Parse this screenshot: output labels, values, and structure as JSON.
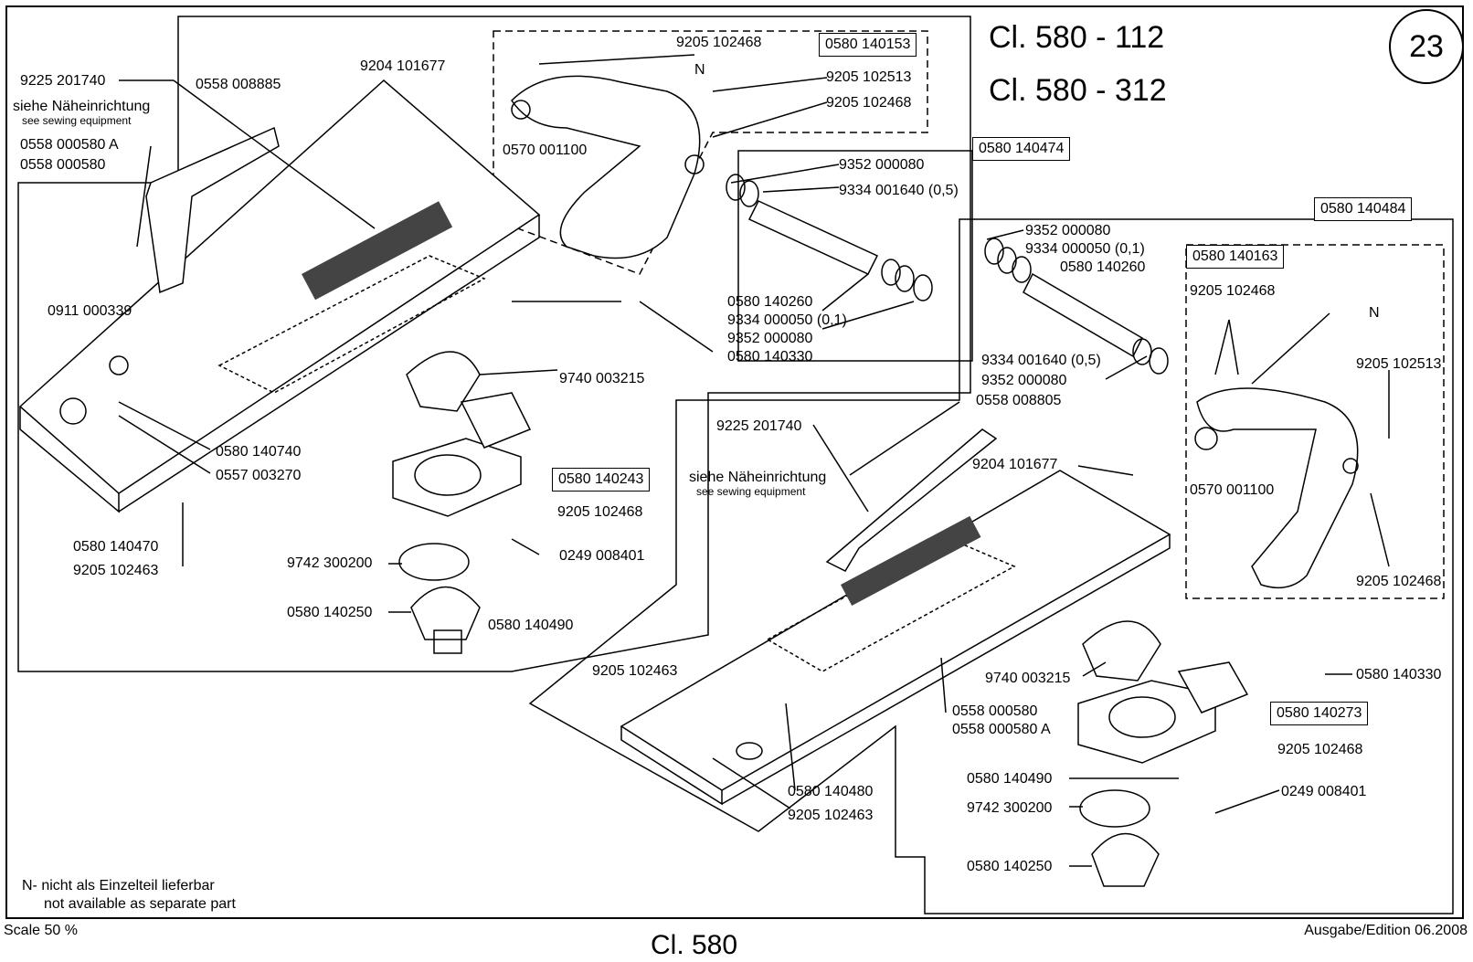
{
  "header": {
    "model_1": "Cl. 580 - 112",
    "model_2": "Cl. 580 - 312",
    "page_number": "23"
  },
  "footer": {
    "scale": "Scale 50 %",
    "class": "Cl. 580",
    "edition": "Ausgabe/Edition 06.2008"
  },
  "note": {
    "line1": "N- nicht als Einzelteil lieferbar",
    "line2": "not available as separate part"
  },
  "group_boxes": {
    "b140153": "0580 140153",
    "b140474": "0580 140474",
    "b140484": "0580 140484",
    "b140163": "0580 140163",
    "b140243": "0580 140243",
    "b140273": "0580 140273"
  },
  "left_assembly": {
    "p9225_201740": "9225 201740",
    "siehe": "siehe Näheinrichtung",
    "see": "see sewing equipment",
    "p0558_000580A": "0558 000580 A",
    "p0558_000580": "0558 000580",
    "p0558_008885": "0558 008885",
    "p9204_101677": "9204 101677",
    "p0911_000339": "0911 000339",
    "p9205_102468_a": "9205 102468",
    "N": "N",
    "p9205_102513": "9205 102513",
    "p9205_102468_b": "9205 102468",
    "p0570_001100": "0570 001100",
    "p9352_000080_a": "9352 000080",
    "p9334_001640": "9334 001640 (0,5)",
    "p0580_140260": "0580 140260",
    "p9334_000050": "9334 000050 (0,1)",
    "p9352_000080_b": "9352 000080",
    "p0580_140330": "0580 140330",
    "p9740_003215": "9740 003215",
    "p0580_140740": "0580 140740",
    "p0557_003270": "0557 003270",
    "p9205_102468_c": "9205 102468",
    "p9742_300200": "9742 300200",
    "p0249_008401": "0249 008401",
    "p0580_140470": "0580 140470",
    "p9205_102463": "9205 102463",
    "p0580_140250": "0580 140250",
    "p0580_140490": "0580 140490"
  },
  "right_assembly": {
    "p9352_000080_a": "9352 000080",
    "p9334_000050": "9334 000050 (0,1)",
    "p0580_140260": "0580 140260",
    "p9205_102468_a": "9205 102468",
    "N": "N",
    "p9205_102513": "9205 102513",
    "p0570_001100": "0570 001100",
    "p9205_102468_b": "9205 102468",
    "p9334_001640": "9334 001640 (0,5)",
    "p9352_000080_b": "9352 000080",
    "p0558_008805": "0558 008805",
    "p9225_201740": "9225 201740",
    "p9204_101677": "9204 101677",
    "siehe": "siehe Näheinrichtung",
    "see": "see sewing equipment",
    "p0580_140330": "0580 140330",
    "p9205_102463_a": "9205 102463",
    "p9740_003215": "9740 003215",
    "p0558_000580": "0558 000580",
    "p0558_000580A": "0558 000580 A",
    "p9205_102468_c": "9205 102468",
    "p0580_140490": "0580 140490",
    "p0249_008401": "0249 008401",
    "p9742_300200": "9742 300200",
    "p0580_140480": "0580 140480",
    "p9205_102463_b": "9205 102463",
    "p0580_140250": "0580 140250"
  }
}
